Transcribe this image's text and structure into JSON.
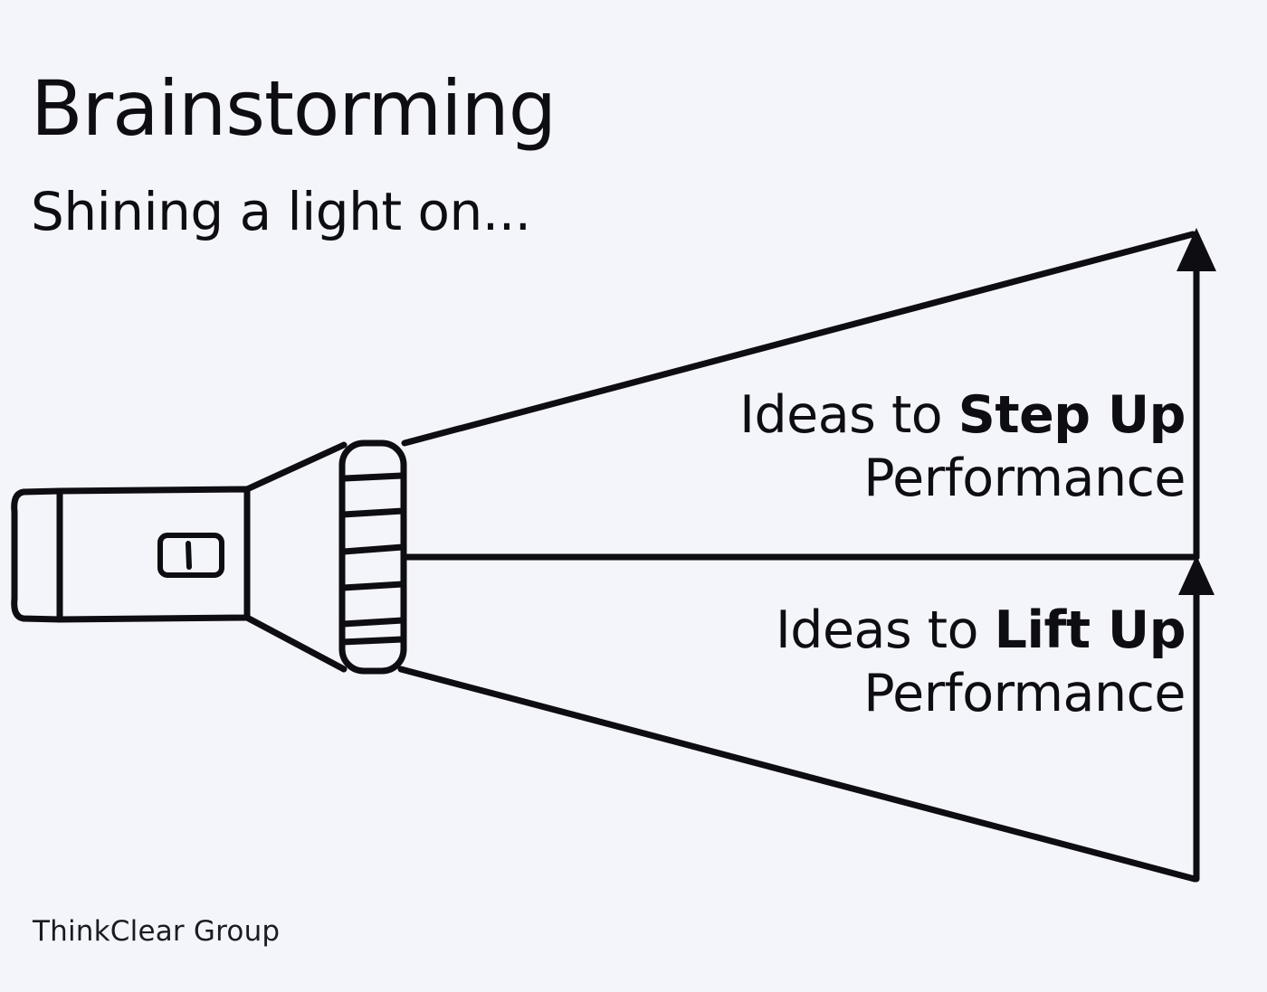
{
  "page": {
    "background_color": "#f4f5fb",
    "ink_color": "#0d0d12",
    "title": "Brainstorming",
    "subtitle": "Shining a light on...",
    "footer": "ThinkClear Group"
  },
  "diagram": {
    "type": "flashlight-beam-split",
    "icon": "flashlight-icon",
    "branches": [
      {
        "id": "top",
        "line1_plain": "Ideas to ",
        "line1_bold": "Step Up",
        "line2": "Performance",
        "arrow": "up-arrow"
      },
      {
        "id": "bottom",
        "line1_plain": "Ideas to ",
        "line1_bold": "Lift Up",
        "line2": "Performance",
        "arrow": "up-arrow"
      }
    ]
  }
}
